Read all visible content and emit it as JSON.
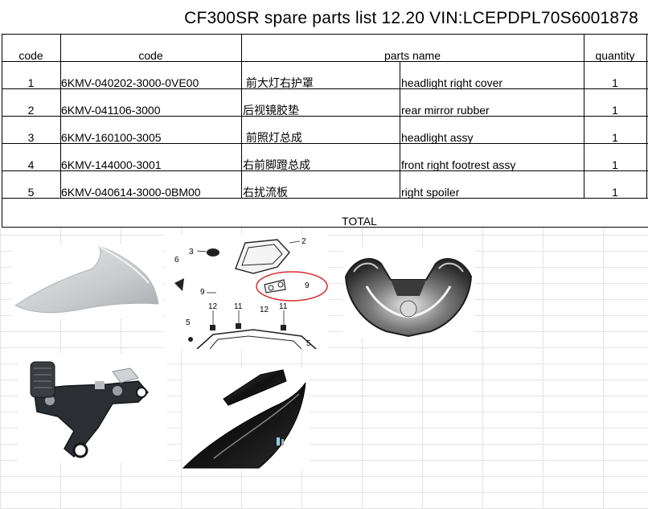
{
  "title": "CF300SR spare parts list 12.20 VIN:LCEPDPL70S6001878",
  "headers": {
    "col1": "code",
    "col2": "code",
    "col3": "parts name",
    "col4": "quantity"
  },
  "rows": [
    {
      "no": "1",
      "code": "6KMV-040202-3000-0VE00",
      "name_cn": " 前大灯右护罩",
      "name_en": "headlight right cover",
      "qty": "1"
    },
    {
      "no": "2",
      "code": "6KMV-041106-3000",
      "name_cn": "后视镜胶垫",
      "name_en": "rear mirror rubber",
      "qty": "1"
    },
    {
      "no": "3",
      "code": "6KMV-160100-3005",
      "name_cn": " 前照灯总成",
      "name_en": "headlight assy",
      "qty": "1"
    },
    {
      "no": "4",
      "code": "6KMV-144000-3001",
      "name_cn": "右前脚蹬总成",
      "name_en": "front right footrest assy",
      "qty": "1"
    },
    {
      "no": "5",
      "code": "6KMV-040614-3000-0BM00",
      "name_cn": "右扰流板",
      "name_en": "right spoiler",
      "qty": "1"
    }
  ],
  "total_label": "TOTAL",
  "diagram": {
    "callouts": [
      "2",
      "3",
      "6",
      "9",
      "9",
      "11",
      "11",
      "12",
      "12",
      "5",
      "5"
    ]
  },
  "pictures": [
    {
      "name": "headlight-right-cover"
    },
    {
      "name": "parts-diagram"
    },
    {
      "name": "headlight-assy"
    },
    {
      "name": "front-right-footrest-assy"
    },
    {
      "name": "right-spoiler"
    }
  ]
}
